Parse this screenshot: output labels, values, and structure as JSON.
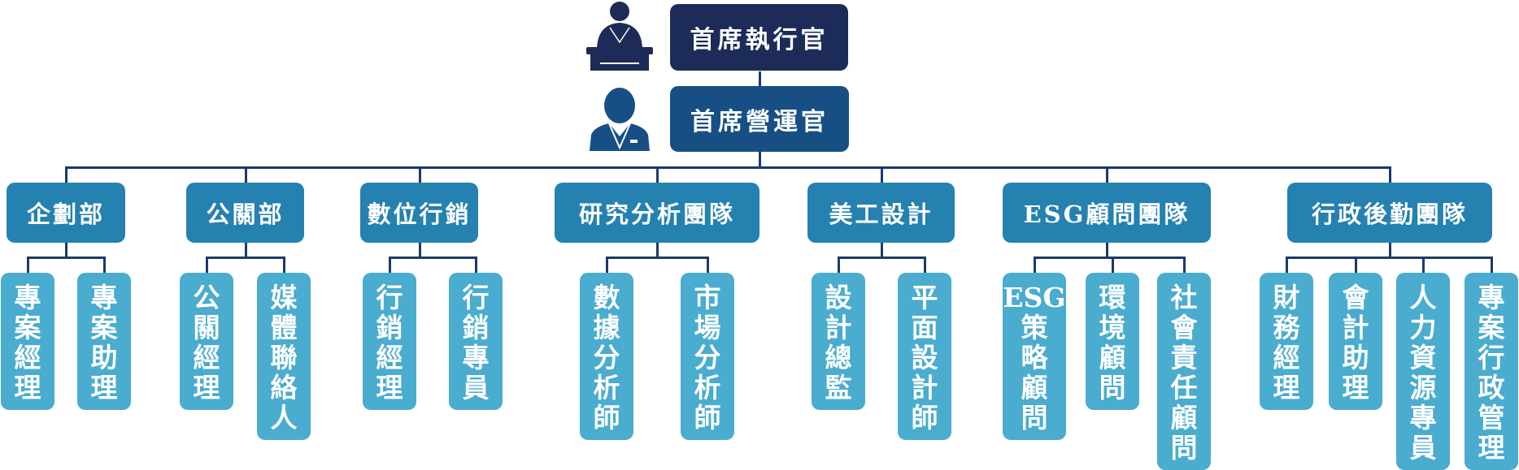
{
  "executives": {
    "ceo": {
      "title": "首席執行官",
      "icon": "ceo-at-podium-icon"
    },
    "coo": {
      "title": "首席營運官",
      "icon": "businessman-icon"
    }
  },
  "departments": [
    {
      "name": "企劃部",
      "roles": [
        [
          "專",
          "案",
          "經",
          "理"
        ],
        [
          "專",
          "案",
          "助",
          "理"
        ]
      ]
    },
    {
      "name": "公關部",
      "roles": [
        [
          "公",
          "關",
          "經",
          "理"
        ],
        [
          "媒",
          "體",
          "聯",
          "絡",
          "人"
        ]
      ]
    },
    {
      "name": "數位行銷",
      "roles": [
        [
          "行",
          "銷",
          "經",
          "理"
        ],
        [
          "行",
          "銷",
          "專",
          "員"
        ]
      ]
    },
    {
      "name": "研究分析團隊",
      "roles": [
        [
          "數",
          "據",
          "分",
          "析",
          "師"
        ],
        [
          "市",
          "場",
          "分",
          "析",
          "師"
        ]
      ]
    },
    {
      "name": "美工設計",
      "roles": [
        [
          "設",
          "計",
          "總",
          "監"
        ],
        [
          "平",
          "面",
          "設",
          "計",
          "師"
        ]
      ]
    },
    {
      "name": "ESG顧問團隊",
      "roles": [
        [
          "ESG",
          "策",
          "略",
          "顧",
          "問"
        ],
        [
          "環",
          "境",
          "顧",
          "問"
        ],
        [
          "社",
          "會",
          "責",
          "任",
          "顧",
          "問"
        ]
      ]
    },
    {
      "name": "行政後勤團隊",
      "roles": [
        [
          "財",
          "務",
          "經",
          "理"
        ],
        [
          "會",
          "計",
          "助",
          "理"
        ],
        [
          "人",
          "力",
          "資",
          "源",
          "專",
          "員"
        ],
        [
          "專",
          "案",
          "行",
          "政",
          "管",
          "理"
        ]
      ]
    }
  ],
  "colors": {
    "ceo": "#1c2b57",
    "coo": "#174f85",
    "department": "#2581b0",
    "role": "#4aacce",
    "connector": "#1c3a6b"
  }
}
